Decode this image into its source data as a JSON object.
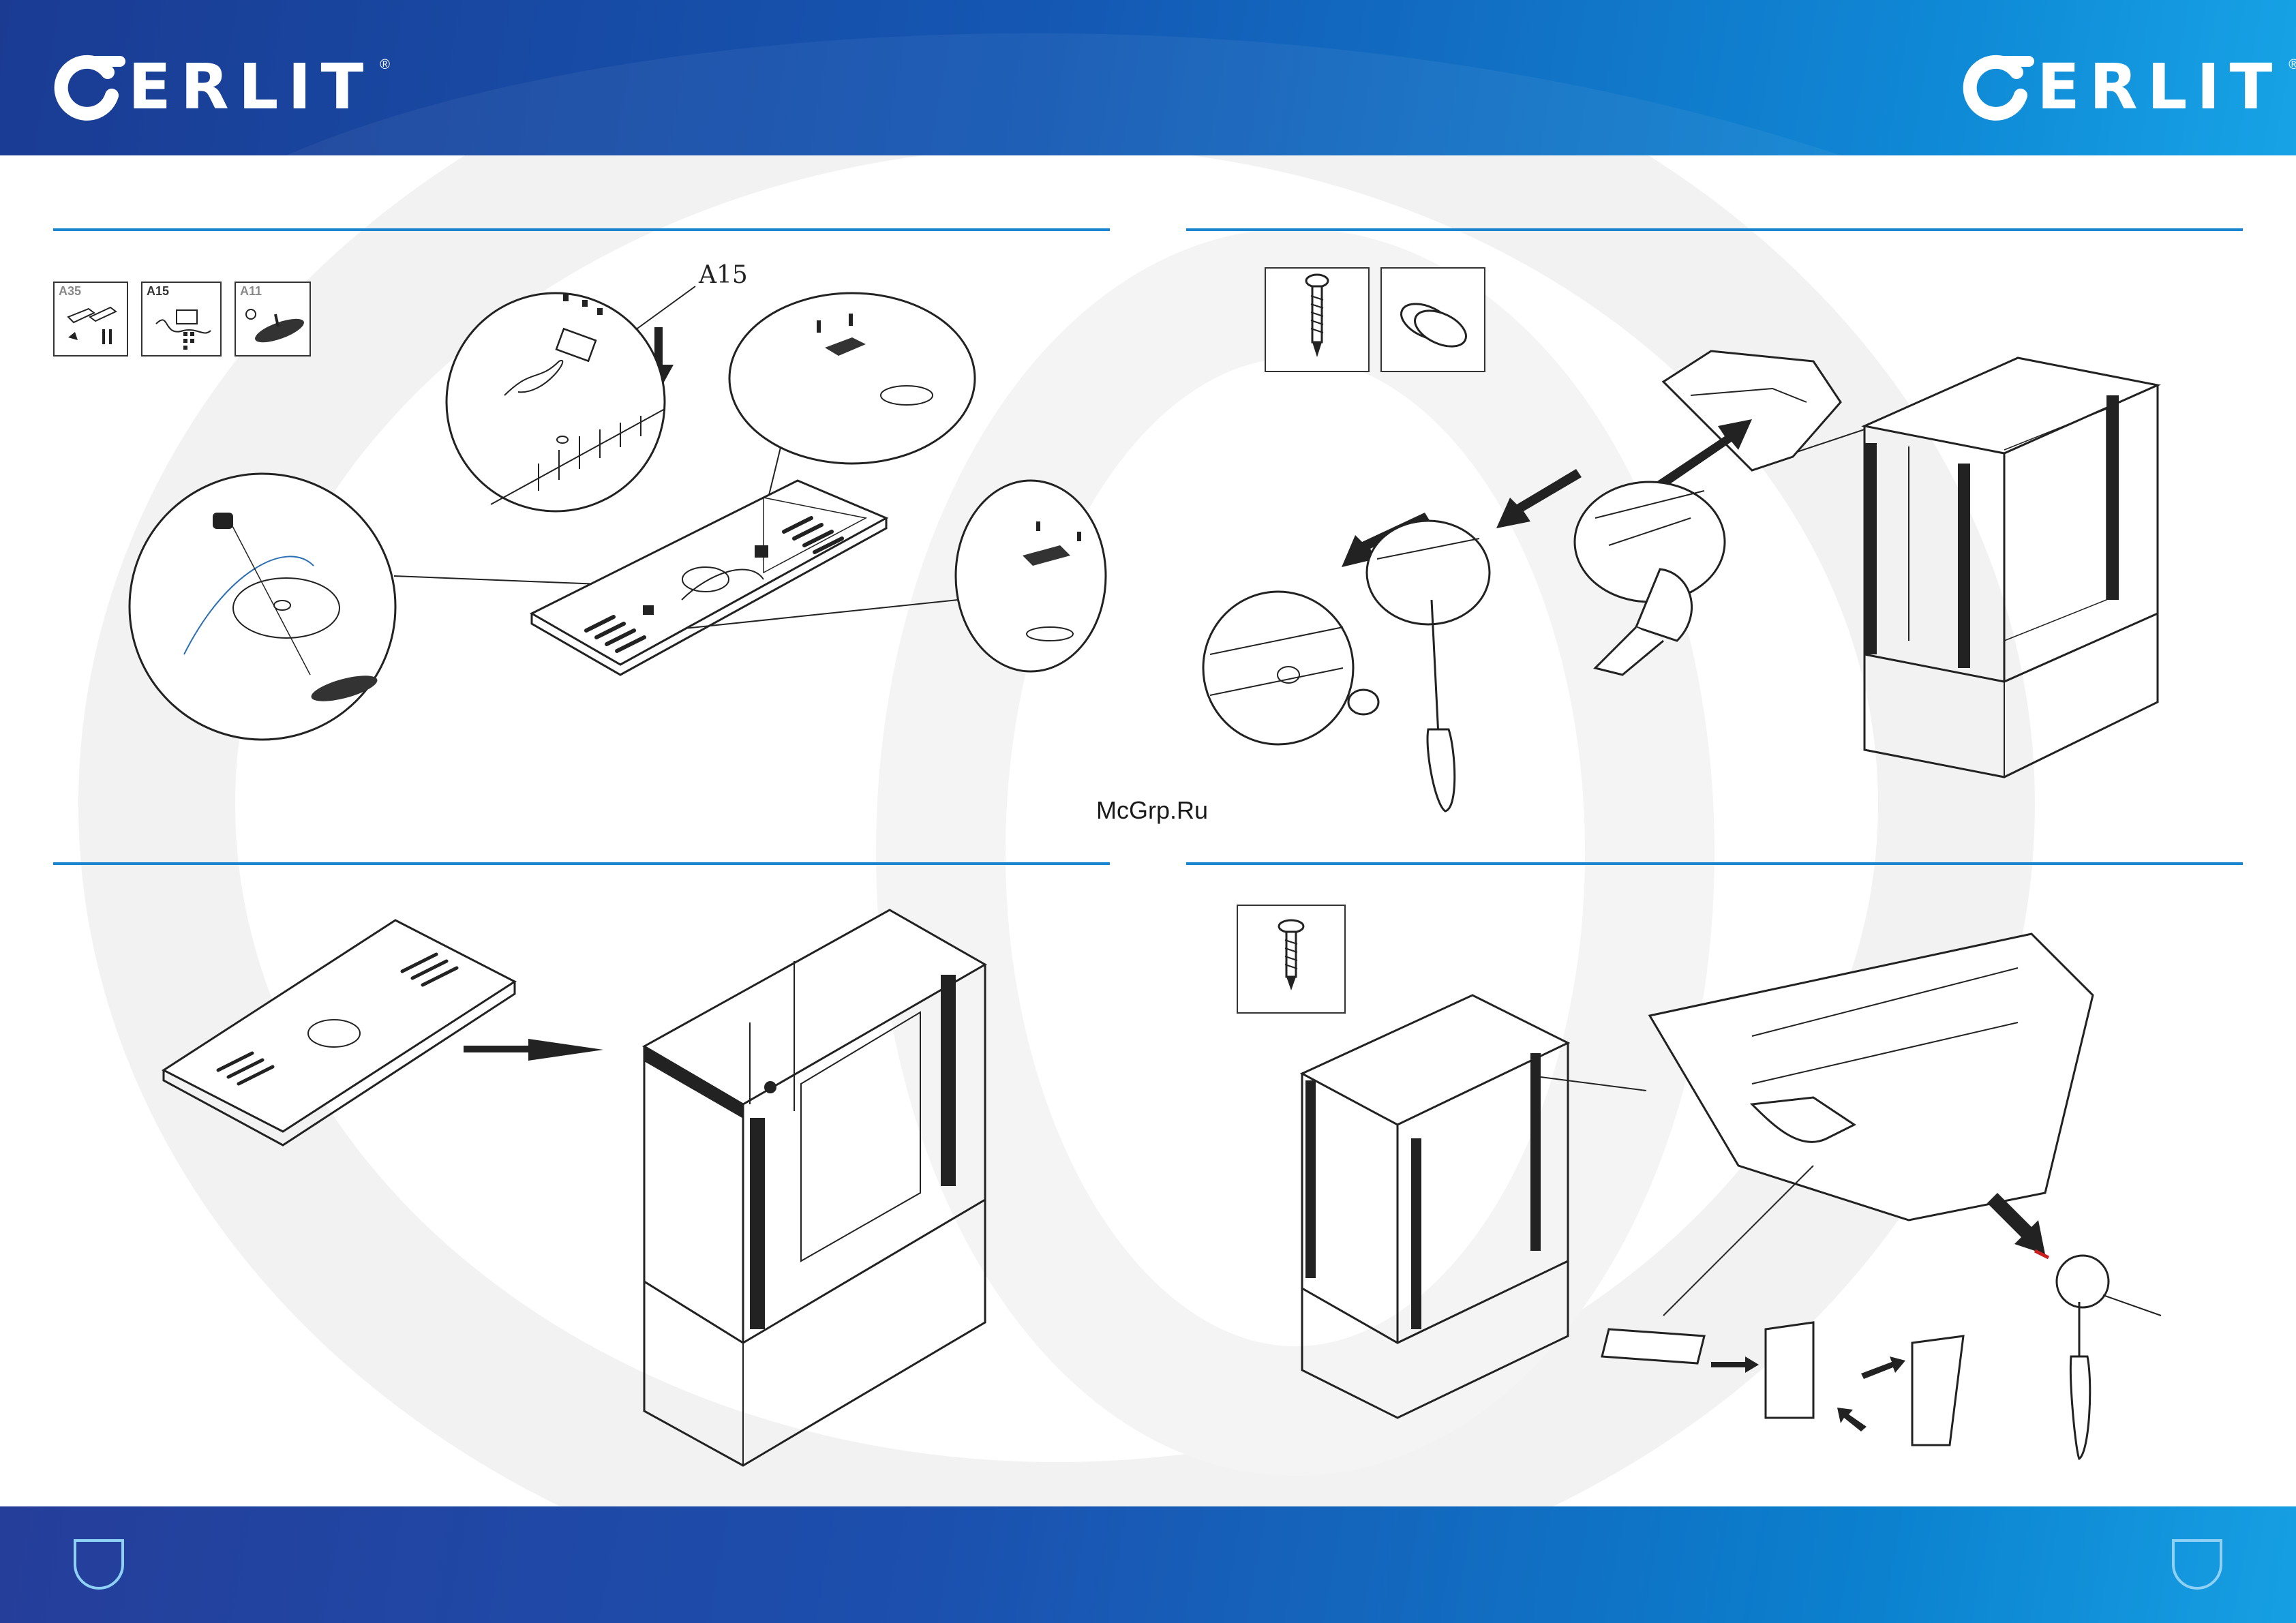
{
  "brand": {
    "logo_text": "ERLIT",
    "registered_mark": "®"
  },
  "colors": {
    "header_blue": "#1457b3",
    "accent_line": "#1a84cf",
    "watermark_ring": "#f0f0f0"
  },
  "parts": {
    "a35_label": "A35",
    "a15_label": "A15",
    "a11_label": "A11"
  },
  "callout": {
    "a15": "A15"
  },
  "watermark": "McGrp.Ru",
  "icons": {
    "logo_mark": "logo-mark-icon",
    "footer_mark": "drop-mark-icon",
    "screw": "screw-icon",
    "cap": "cap-plug-icon",
    "arrow": "arrow-icon"
  }
}
